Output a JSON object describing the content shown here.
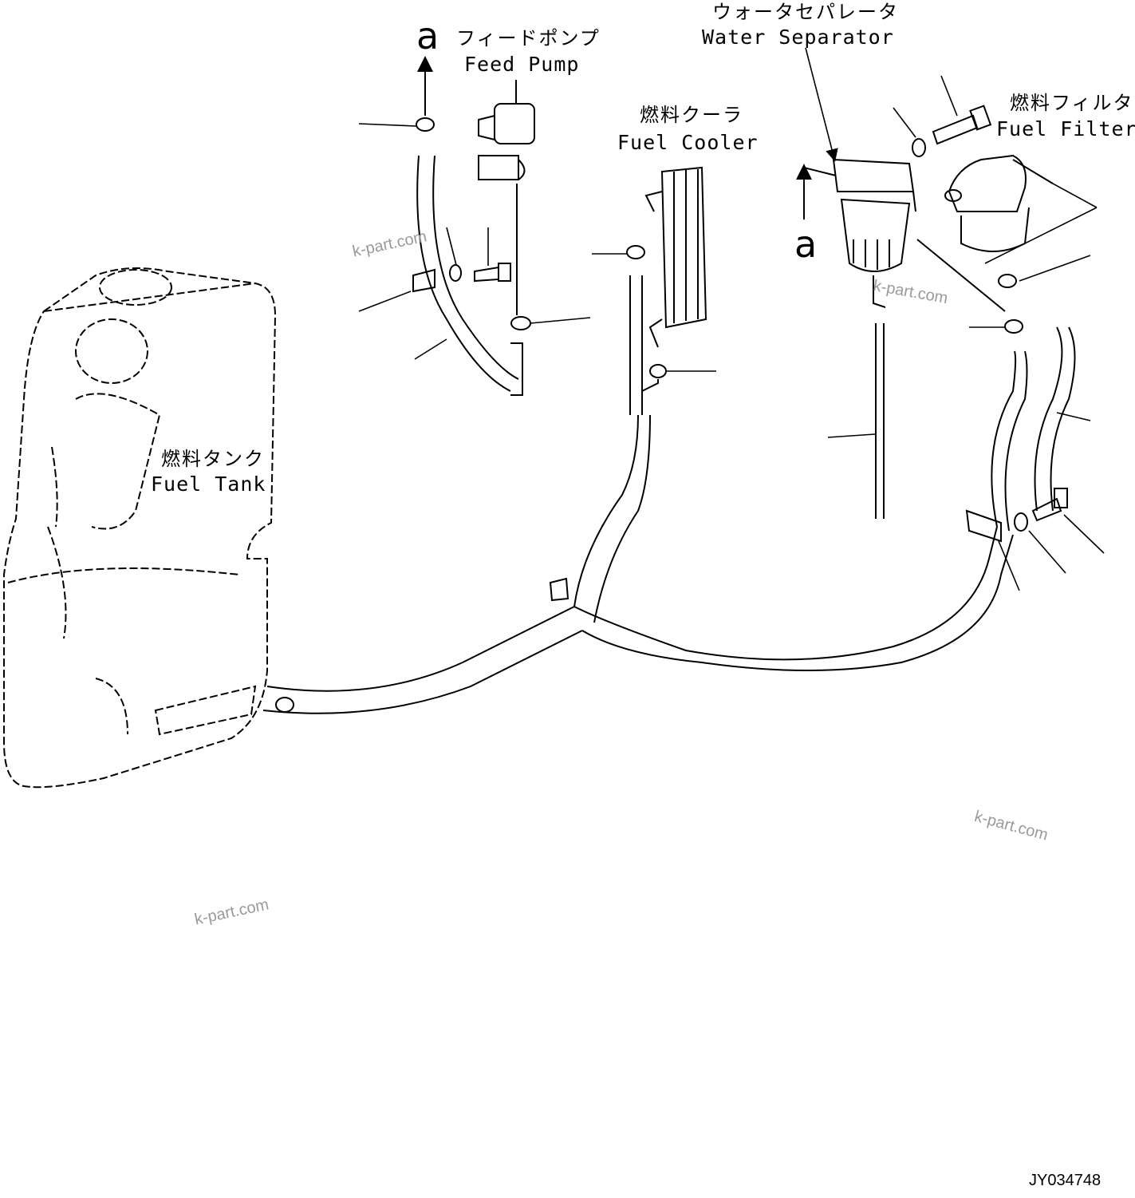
{
  "components": {
    "feed_pump": {
      "jp": "フィードポンプ",
      "en": "Feed Pump"
    },
    "fuel_cooler": {
      "jp": "燃料クーラ",
      "en": "Fuel Cooler"
    },
    "water_separator": {
      "jp": "ウォータセパレータ",
      "en": "Water Separator"
    },
    "fuel_filter": {
      "jp": "燃料フィルタ",
      "en": "Fuel Filter"
    },
    "fuel_tank": {
      "jp": "燃料タンク",
      "en": "Fuel Tank"
    }
  },
  "reference_marks": [
    "a",
    "a"
  ],
  "watermarks": [
    "k-part.com",
    "k-part.com",
    "k-part.com",
    "k-part.com"
  ],
  "drawing_code": "JY034748",
  "colors": {
    "line": "#000000",
    "watermark": "#9a9a9a",
    "background": "#ffffff"
  }
}
